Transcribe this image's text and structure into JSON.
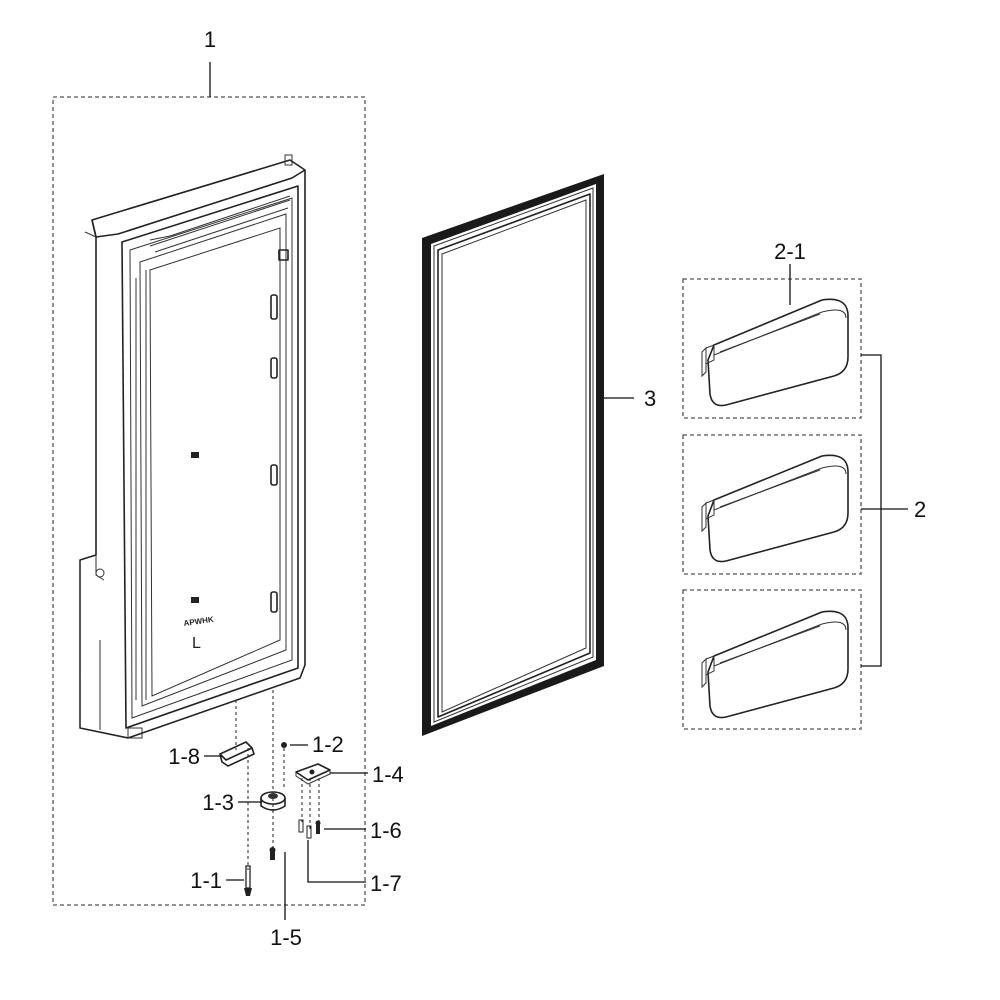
{
  "callouts": {
    "assembly": "1",
    "pin": "1-1",
    "washer": "1-2",
    "hinge_cap": "1-3",
    "hinge_plate": "1-4",
    "screw_a": "1-5",
    "screw_b": "1-6",
    "screw_c": "1-7",
    "stopper": "1-8",
    "guard_group": "2",
    "guard": "2-1",
    "gasket": "3"
  },
  "door_markings": {
    "stamp": "APWHK",
    "side": "L"
  }
}
